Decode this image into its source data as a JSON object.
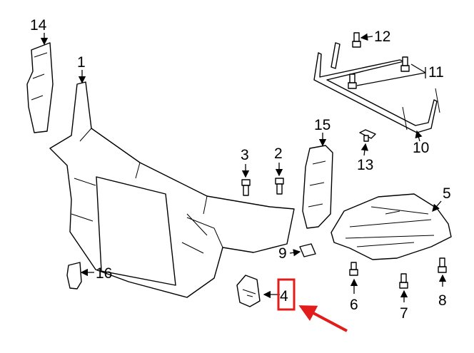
{
  "diagram": {
    "callouts": [
      {
        "id": "callout-1",
        "label": "1"
      },
      {
        "id": "callout-2",
        "label": "2"
      },
      {
        "id": "callout-3",
        "label": "3"
      },
      {
        "id": "callout-4",
        "label": "4"
      },
      {
        "id": "callout-5",
        "label": "5"
      },
      {
        "id": "callout-6",
        "label": "6"
      },
      {
        "id": "callout-7",
        "label": "7"
      },
      {
        "id": "callout-8",
        "label": "8"
      },
      {
        "id": "callout-9",
        "label": "9"
      },
      {
        "id": "callout-10",
        "label": "10"
      },
      {
        "id": "callout-11",
        "label": "11"
      },
      {
        "id": "callout-12",
        "label": "12"
      },
      {
        "id": "callout-13",
        "label": "13"
      },
      {
        "id": "callout-14",
        "label": "14"
      },
      {
        "id": "callout-15",
        "label": "15"
      },
      {
        "id": "callout-16",
        "label": "16"
      }
    ],
    "highlight": {
      "target": "4",
      "box_color": "#e21b1b",
      "arrow_color": "#e21b1b"
    }
  }
}
